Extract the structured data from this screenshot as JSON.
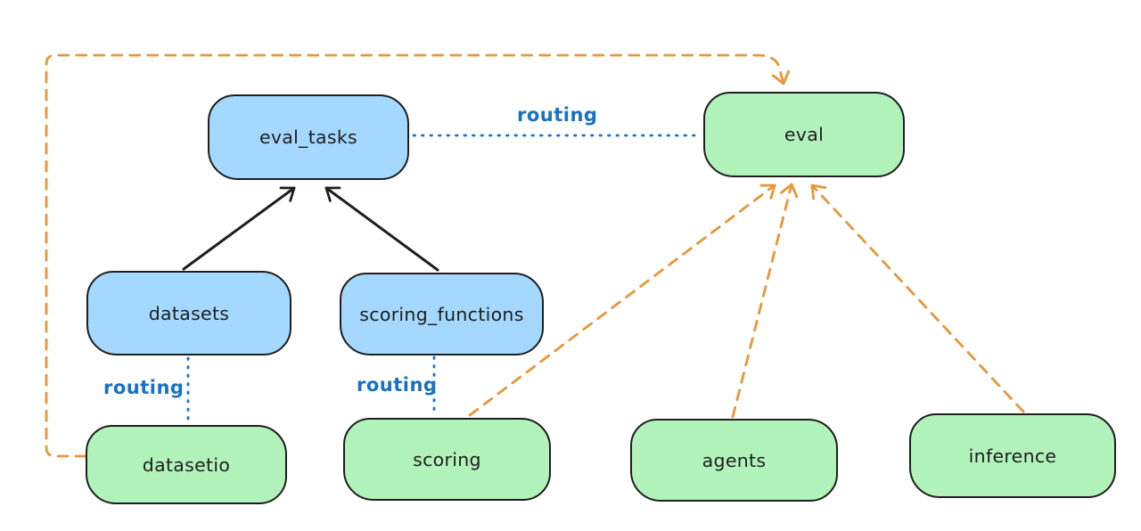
{
  "diagram": {
    "background": "#ffffff",
    "colors": {
      "blue_fill": "#a5d8ff",
      "green_fill": "#b2f2bb",
      "node_stroke": "#1e1e1e",
      "routing_blue": "#1971c2",
      "orange": "#e8963a",
      "black_arrow": "#1e1e1e"
    },
    "nodes": [
      {
        "id": "eval_tasks",
        "label": "eval_tasks",
        "kind": "blue"
      },
      {
        "id": "datasets",
        "label": "datasets",
        "kind": "blue"
      },
      {
        "id": "scoring_functions",
        "label": "scoring_functions",
        "kind": "blue"
      },
      {
        "id": "eval",
        "label": "eval",
        "kind": "green"
      },
      {
        "id": "datasetio",
        "label": "datasetio",
        "kind": "green"
      },
      {
        "id": "scoring",
        "label": "scoring",
        "kind": "green"
      },
      {
        "id": "agents",
        "label": "agents",
        "kind": "green"
      },
      {
        "id": "inference",
        "label": "inference",
        "kind": "green"
      }
    ],
    "edges": [
      {
        "from": "datasets",
        "to": "eval_tasks",
        "style": "solid-black-arrow",
        "label": ""
      },
      {
        "from": "scoring_functions",
        "to": "eval_tasks",
        "style": "solid-black-arrow",
        "label": ""
      },
      {
        "from": "eval_tasks",
        "to": "eval",
        "style": "dotted-blue",
        "label": "routing"
      },
      {
        "from": "datasets",
        "to": "datasetio",
        "style": "dotted-blue",
        "label": "routing"
      },
      {
        "from": "scoring_functions",
        "to": "scoring",
        "style": "dotted-blue",
        "label": "routing"
      },
      {
        "from": "scoring",
        "to": "eval",
        "style": "dashed-orange-arrow",
        "label": ""
      },
      {
        "from": "agents",
        "to": "eval",
        "style": "dashed-orange-arrow",
        "label": ""
      },
      {
        "from": "inference",
        "to": "eval",
        "style": "dashed-orange-arrow",
        "label": ""
      },
      {
        "from": "datasetio",
        "to": "eval",
        "style": "dashed-orange-arrow",
        "label": "",
        "route": "around-left-and-top"
      }
    ]
  }
}
